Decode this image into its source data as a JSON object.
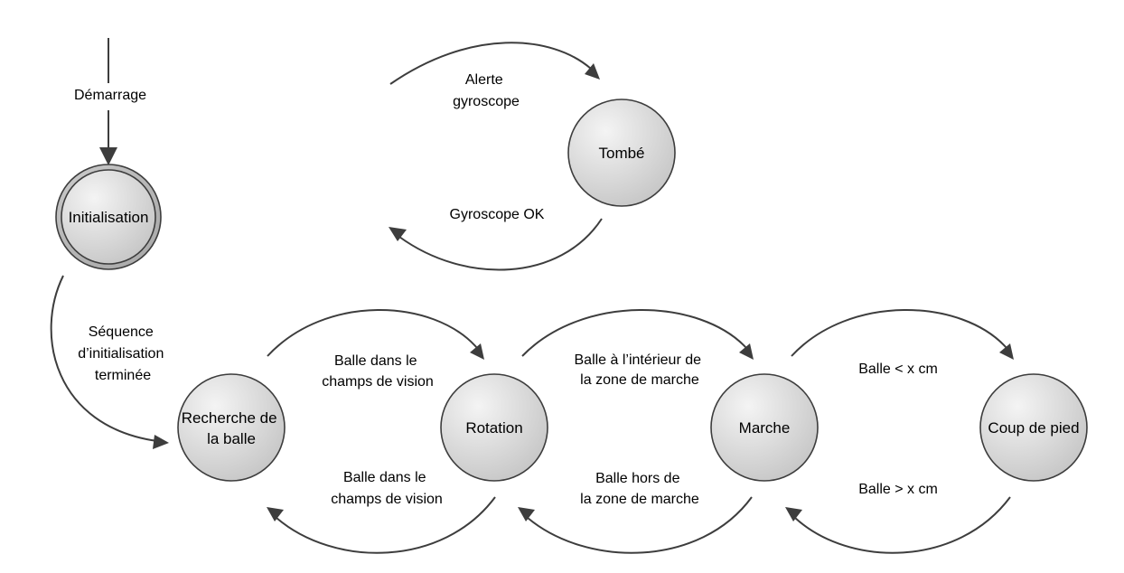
{
  "colors": {
    "line": "#3d3d3d",
    "state_fill_light": "#f4f4f4",
    "state_fill_dark": "#c4c4c4",
    "initial_outer_fill": "#a9a9a9",
    "text": "#000000"
  },
  "states": {
    "initialisation": {
      "label": "Initialisation"
    },
    "tombe": {
      "label": "Tombé"
    },
    "recherche": {
      "label_line1": "Recherche de",
      "label_line2": "la balle"
    },
    "rotation": {
      "label": "Rotation"
    },
    "marche": {
      "label": "Marche"
    },
    "coup_de_pied": {
      "label": "Coup de pied"
    }
  },
  "transitions": {
    "demarrage": {
      "label": "Démarrage"
    },
    "alerte_gyroscope": {
      "line1": "Alerte",
      "line2": "gyroscope"
    },
    "gyroscope_ok": {
      "label": "Gyroscope OK"
    },
    "sequence_init": {
      "line1": "Séquence",
      "line2": "d’initialisation",
      "line3": "terminée"
    },
    "recherche_to_rotation": {
      "line1": "Balle dans le",
      "line2": "champs de vision"
    },
    "rotation_to_recherche": {
      "line1": "Balle dans le",
      "line2": "champs de vision"
    },
    "rotation_to_marche": {
      "line1": "Balle à l’intérieur de",
      "line2": "la zone de marche"
    },
    "marche_to_rotation": {
      "line1": "Balle hors de",
      "line2": "la zone de marche"
    },
    "marche_to_coup": {
      "label": "Balle < x cm"
    },
    "coup_to_marche": {
      "label": "Balle > x cm"
    }
  }
}
